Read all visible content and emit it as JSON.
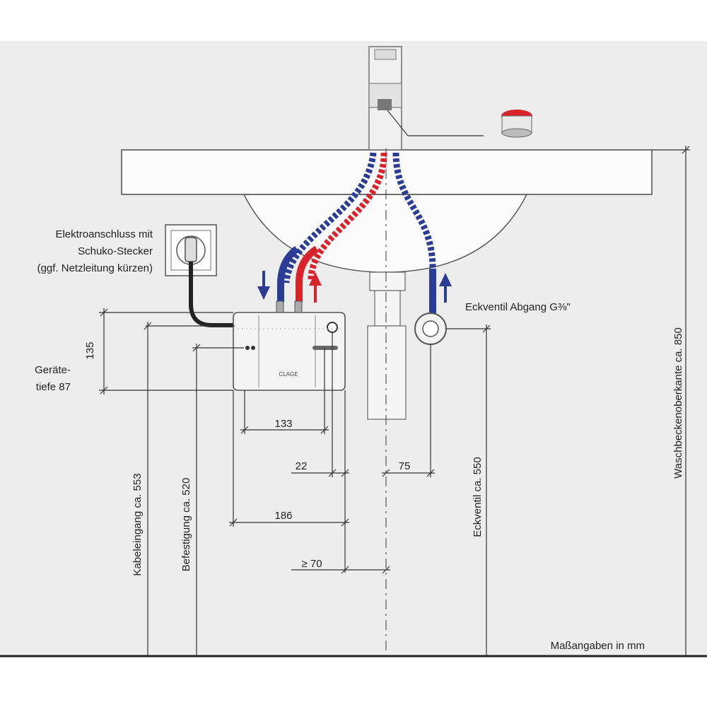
{
  "labels": {
    "electrical_line1": "Elektroanschluss mit",
    "electrical_line2": "Schuko-Stecker",
    "electrical_line3": "(ggf. Netzleitung kürzen)",
    "device_depth_line1": "Geräte-",
    "device_depth_line2": "tiefe 87",
    "angle_valve": "Eckventil Abgang G⅜\"",
    "units_note": "Maßangaben in mm",
    "brand_logo": "CLAGE"
  },
  "dimensions": {
    "height_135": "135",
    "width_133": "133",
    "offset_22": "22",
    "offset_75": "75",
    "width_186": "186",
    "min_70": "≥ 70",
    "cable_entry": "Kabeleingang ca. 553",
    "mounting": "Befestigung ca. 520",
    "valve_height": "Eckventil ca. 550",
    "basin_top": "Waschbeckenoberkante ca. 850"
  },
  "colors": {
    "hot": "#d8232a",
    "cold": "#2a3c96",
    "background": "#ededed",
    "line": "#333333"
  }
}
